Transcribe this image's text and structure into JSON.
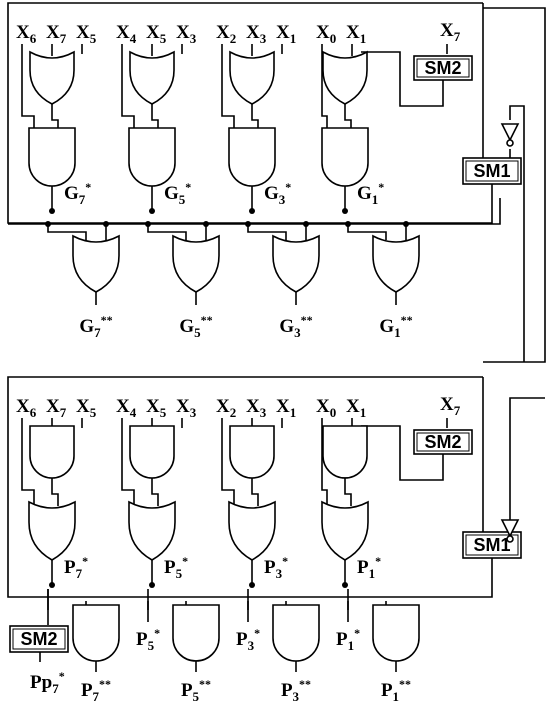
{
  "top": {
    "inputs": [
      [
        "X6",
        "X7",
        "X5"
      ],
      [
        "X4",
        "X5",
        "X3"
      ],
      [
        "X2",
        "X3",
        "X1"
      ],
      [
        "X0",
        "X1"
      ]
    ],
    "sm2_input": "X7",
    "sm2": "SM2",
    "sm1": "SM1",
    "mid": [
      "G7*",
      "G5*",
      "G3*",
      "G1*"
    ],
    "out": [
      "G7**",
      "G5**",
      "G3**",
      "G1**"
    ]
  },
  "bottom": {
    "inputs": [
      [
        "X6",
        "X7",
        "X5"
      ],
      [
        "X4",
        "X5",
        "X3"
      ],
      [
        "X2",
        "X3",
        "X1"
      ],
      [
        "X0",
        "X1"
      ]
    ],
    "sm2_input": "X7",
    "sm2": "SM2",
    "sm1": "SM1",
    "sm2_left": "SM2",
    "mid": [
      "P7*",
      "P5*",
      "P3*",
      "P1*"
    ],
    "tap": [
      "P5*",
      "P3*",
      "P1*"
    ],
    "out": [
      "P7**",
      "P5**",
      "P3**",
      "P1**"
    ],
    "pp": "Pp7*"
  }
}
